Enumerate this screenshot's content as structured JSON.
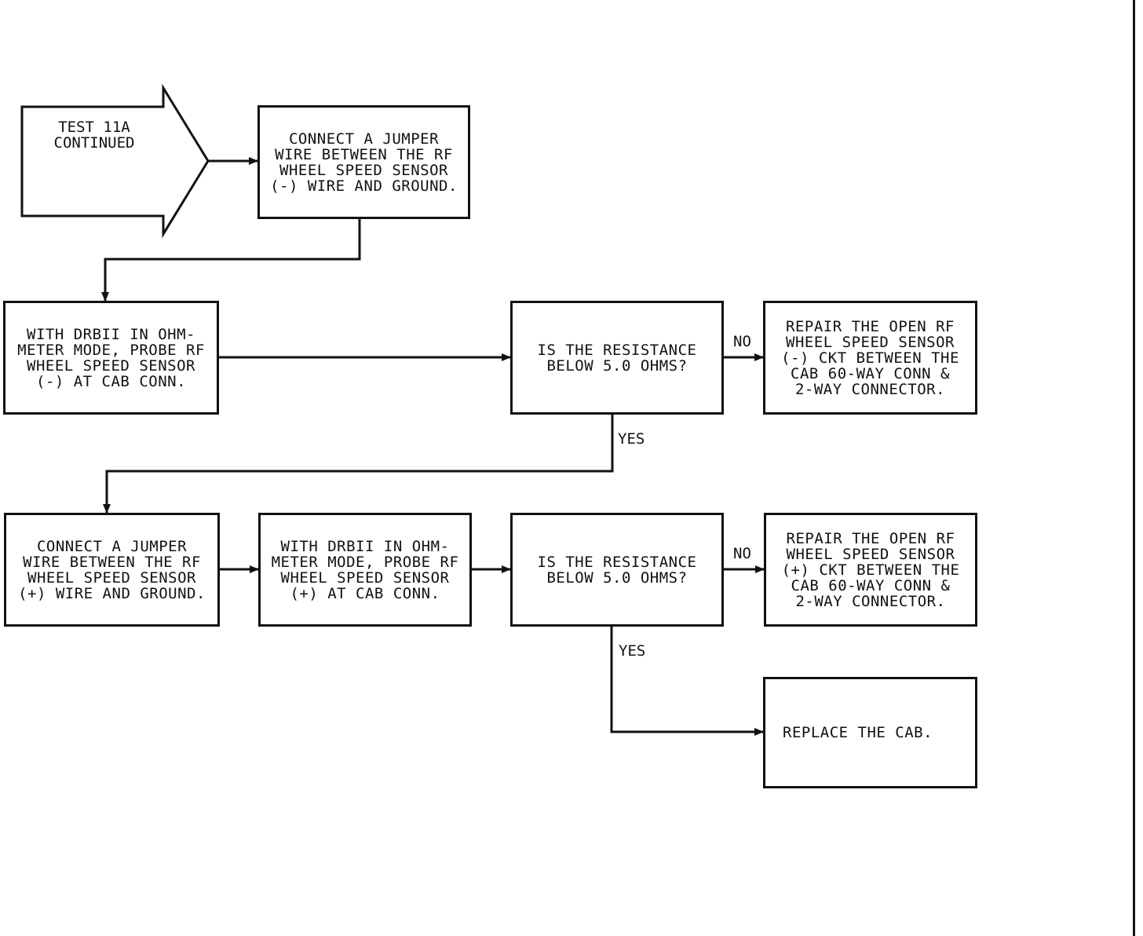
{
  "entry": {
    "text": "TEST 11A\nCONTINUED"
  },
  "boxes": {
    "connect_neg": "CONNECT A JUMPER\nWIRE BETWEEN THE RF\nWHEEL SPEED SENSOR\n(-) WIRE AND GROUND.",
    "probe_neg": "WITH DRBII IN OHM-\nMETER MODE, PROBE RF\nWHEEL SPEED SENSOR\n(-) AT CAB CONN.",
    "question_1": "IS THE RESISTANCE\nBELOW 5.0 OHMS?",
    "repair_neg": "REPAIR THE OPEN RF\nWHEEL SPEED SENSOR\n(-) CKT BETWEEN THE\nCAB 60-WAY CONN &\n2-WAY CONNECTOR.",
    "connect_pos": "CONNECT A JUMPER\nWIRE BETWEEN THE RF\nWHEEL SPEED SENSOR\n(+) WIRE AND GROUND.",
    "probe_pos": "WITH DRBII IN OHM-\nMETER MODE, PROBE RF\nWHEEL SPEED SENSOR\n(+) AT CAB CONN.",
    "question_2": "IS THE RESISTANCE\nBELOW 5.0 OHMS?",
    "repair_pos": "REPAIR THE OPEN RF\nWHEEL SPEED SENSOR\n(+) CKT BETWEEN THE\nCAB 60-WAY CONN &\n2-WAY CONNECTOR.",
    "replace": "REPLACE THE CAB."
  },
  "labels": {
    "no_1": "NO",
    "yes_1": "YES",
    "no_2": "NO",
    "yes_2": "YES"
  }
}
